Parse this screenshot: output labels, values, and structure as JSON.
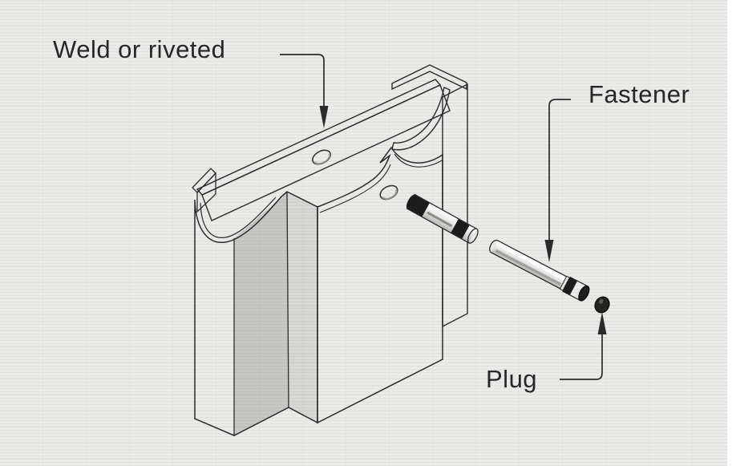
{
  "figure": {
    "type": "technical-illustration",
    "subject": "Stake pocket bracket exploded view with fastener and plug",
    "labels": {
      "weld_or_riveted": "Weld or riveted",
      "fastener": "Fastener",
      "plug": "Plug"
    },
    "colors": {
      "paper_background": "#ebebe9",
      "line": "#2b2b2b",
      "label_text": "#272727",
      "dark_part": "#1c1c1c",
      "face_light": "#fbfbf9",
      "face_shadow": "#a8a8a6",
      "page_edge": "#fdfdfd"
    }
  }
}
